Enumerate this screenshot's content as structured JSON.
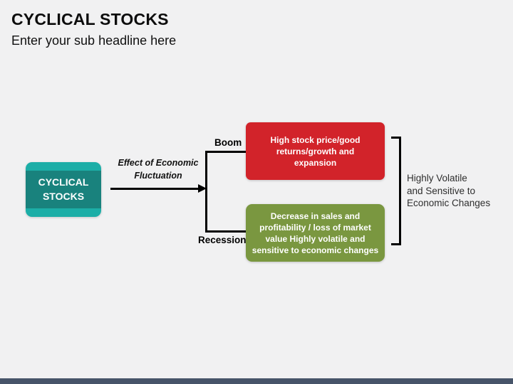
{
  "slide": {
    "title": "CYCLICAL STOCKS",
    "subtitle": "Enter your sub headline here"
  },
  "diagram": {
    "root_box": {
      "label": "CYCLICAL\nSTOCKS",
      "outer_color": "#1CAEA7",
      "band_color": "#19827D"
    },
    "arrow": {
      "label": "Effect of Economic\nFluctuation",
      "color": "#000000"
    },
    "branches": [
      {
        "label": "Boom",
        "box_text": "High stock price/good\nreturns/growth and\nexpansion",
        "box_color": "#D2232A"
      },
      {
        "label": "Recession",
        "box_text": "Decrease in sales and\nprofitability / loss of market\nvalue Highly volatile and\nsensitive to economic changes",
        "box_color": "#7A9740"
      }
    ],
    "bracket_note": "Highly Volatile\nand Sensitive to\nEconomic Changes"
  },
  "footer": {
    "bar_color": "#475469"
  }
}
